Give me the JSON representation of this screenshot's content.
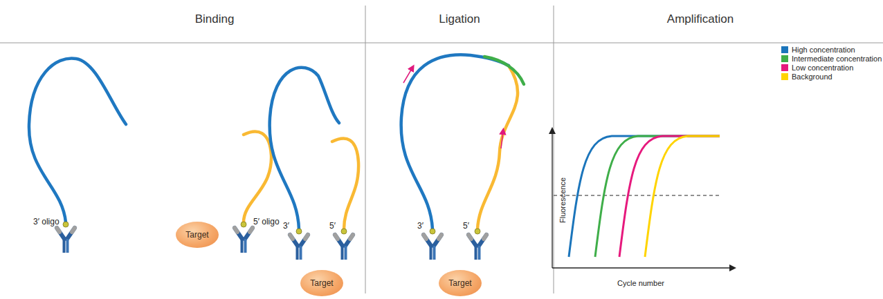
{
  "diagram": {
    "nodes": [
      {
        "text": [
          "Target"
        ]
      },
      {
        "text": [
          "Target"
        ]
      },
      {
        "text": [
          "Target"
        ]
      }
    ],
    "labels": [
      "Binding",
      "Ligation",
      "Amplification",
      "3′ oligo",
      "5′ oligo",
      "3′",
      "5′",
      "3′",
      "5′",
      "Fluorescence",
      "Cycle number"
    ],
    "legend": [
      {
        "text": "High concentration",
        "color": "#1b75bb"
      },
      {
        "text": "Intermediate concentration",
        "color": "#3fae49"
      },
      {
        "text": "Low concentration",
        "color": "#e6197d"
      },
      {
        "text": "Background",
        "color": "#ffd400"
      }
    ]
  }
}
